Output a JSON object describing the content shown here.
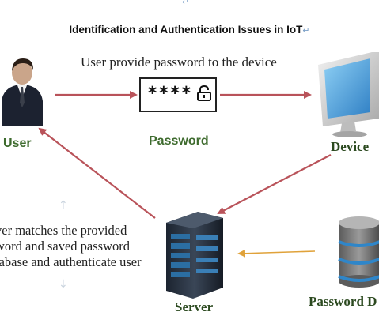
{
  "title": "Identification and Authentication Issues in IoT",
  "return_mark": "↵",
  "top_mark": "↵",
  "caption_top": "User provide password to the device",
  "password_box": {
    "stars": "****",
    "icon": "lock-icon"
  },
  "labels": {
    "user": "User",
    "password": "Password",
    "device": "Device",
    "server": "Server",
    "password_db": "Password D"
  },
  "server_text": [
    "ver matches the provided",
    "word and saved password",
    "tabase and authenticate user"
  ],
  "colors": {
    "arrow_red": "#b9535a",
    "arrow_orange": "#e0a23a",
    "label_green": "#3e6b2e",
    "mark_blue": "#7a9fc7"
  }
}
